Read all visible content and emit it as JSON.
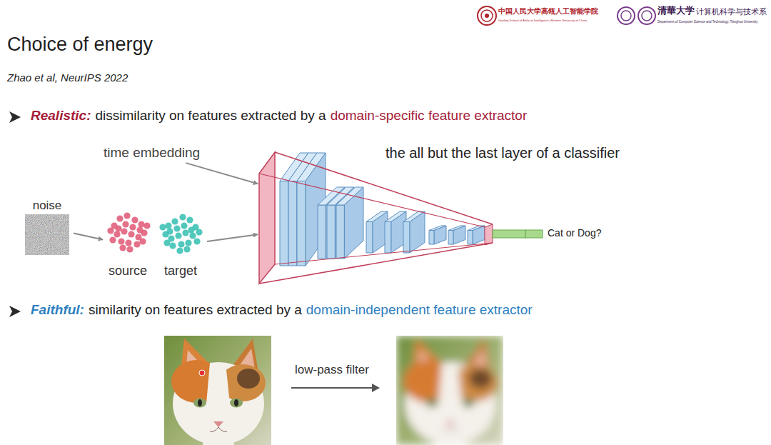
{
  "diagram": {
    "title": "Choice of energy",
    "nodes": [
      {
        "text": [
          "time embedding"
        ]
      },
      {
        "text": [
          "noise"
        ]
      },
      {
        "text": [
          "source"
        ]
      },
      {
        "text": [
          "target"
        ]
      },
      {
        "text": [
          "the all but the last layer of a classifier"
        ]
      }
    ],
    "edges": [
      {
        "from": 0,
        "to": 4,
        "arrow": "to"
      },
      {
        "from": 1,
        "to": 2,
        "arrow": "to"
      },
      {
        "from": 3,
        "to": 4,
        "arrow": "to"
      }
    ],
    "labels": [
      "中国人民大学高瓴人工智能学院",
      "Gaoling School of Artificial Intelligence, Renmin University of China",
      "清華大学",
      "计算机科学与技术系",
      "Department of Computer Science and Technology, Tsinghua University",
      "Zhao et al, NeurIPS 2022",
      "Realistic:",
      "dissimilarity on features extracted by a",
      "domain-specific feature extractor",
      "Cat or Dog?",
      "Faithful:",
      "similarity on features extracted by a",
      "domain-independent feature extractor",
      "low-pass filter"
    ]
  }
}
